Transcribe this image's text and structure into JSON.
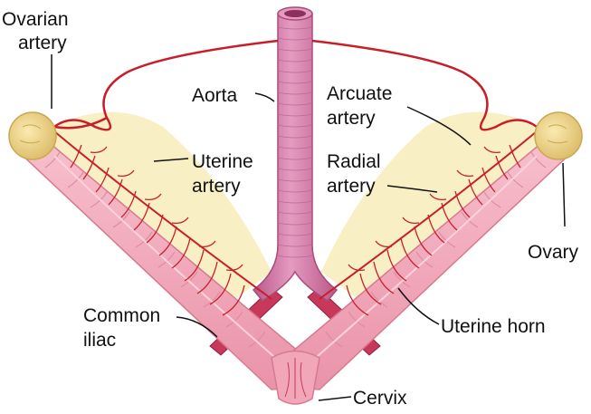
{
  "labels": {
    "ovarian_line1": "Ovarian",
    "ovarian_line2": "artery",
    "aorta": "Aorta",
    "arcuate_line1": "Arcuate",
    "arcuate_line2": "artery",
    "uterine_line1": "Uterine",
    "uterine_line2": "artery",
    "radial_line1": "Radial",
    "radial_line2": "artery",
    "ovary": "Ovary",
    "common_line1": "Common",
    "common_line2": "iliac",
    "uterine_horn": "Uterine horn",
    "cervix": "Cervix"
  },
  "colors": {
    "horn_fill": "#f2a7b8",
    "horn_dark": "#d7798f",
    "aorta_fill": "#d97fa8",
    "aorta_dark": "#a84d7a",
    "artery": "#c81e2a",
    "mesentery": "#f8efc4",
    "ovary_fill": "#f0d88c",
    "ovary_dark": "#c9a84f",
    "iliac": "#c8385a"
  }
}
